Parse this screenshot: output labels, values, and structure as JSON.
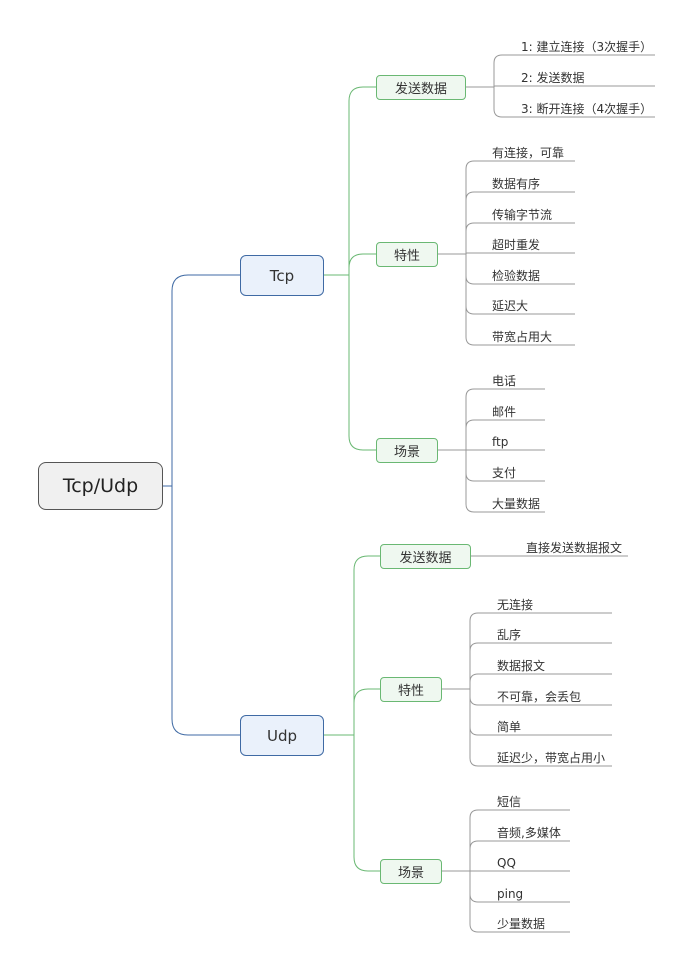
{
  "root": {
    "label": "Tcp/Udp"
  },
  "tcp": {
    "label": "Tcp",
    "send": {
      "label": "发送数据",
      "items": [
        "1: 建立连接（3次握手）",
        "2: 发送数据",
        "3: 断开连接（4次握手）"
      ]
    },
    "traits": {
      "label": "特性",
      "items": [
        "有连接，可靠",
        "数据有序",
        "传输字节流",
        "超时重发",
        "检验数据",
        "延迟大",
        "带宽占用大"
      ]
    },
    "scenes": {
      "label": "场景",
      "items": [
        "电话",
        "邮件",
        "ftp",
        "支付",
        "大量数据"
      ]
    }
  },
  "udp": {
    "label": "Udp",
    "send": {
      "label": "发送数据",
      "items": [
        "直接发送数据报文"
      ]
    },
    "traits": {
      "label": "特性",
      "items": [
        "无连接",
        "乱序",
        "数据报文",
        "不可靠，会丢包",
        "简单",
        "延迟少，带宽占用小"
      ]
    },
    "scenes": {
      "label": "场景",
      "items": [
        "短信",
        "音频,多媒体",
        "QQ",
        "ping",
        "少量数据"
      ]
    }
  },
  "colors": {
    "blue_line": "#3f6aa4",
    "green_line": "#6ab873",
    "leaf_line": "#999999"
  }
}
